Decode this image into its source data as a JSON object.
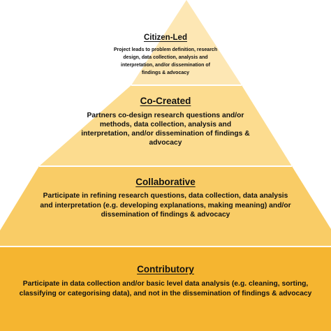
{
  "colors": {
    "tier_citizen_led": "#fde7b4",
    "tier_co_created": "#fcdc8f",
    "tier_collaborative": "#f9cc66",
    "tier_contributory": "#f5b530",
    "separator": "#ffffff",
    "text": "#111111"
  },
  "tiers": [
    {
      "title": "Citizen-Led",
      "description": "Project leads to problem definition, research design, data collection, analysis and interpretation, and/or dissemination of findings & advocacy"
    },
    {
      "title": "Co-Created",
      "description": "Partners co-design research questions and/or methods, data collection, analysis and interpretation, and/or dissemination of findings & advocacy"
    },
    {
      "title": "Collaborative",
      "description": "Participate in refining research questions, data collection, data analysis and interpretation (e.g. developing explanations, making meaning) and/or dissemination of findings & advocacy"
    },
    {
      "title": "Contributory",
      "description": "Participate in data collection and/or basic level data analysis (e.g. cleaning, sorting, classifying or categorising data), and not in the dissemination of findings & advocacy"
    }
  ]
}
